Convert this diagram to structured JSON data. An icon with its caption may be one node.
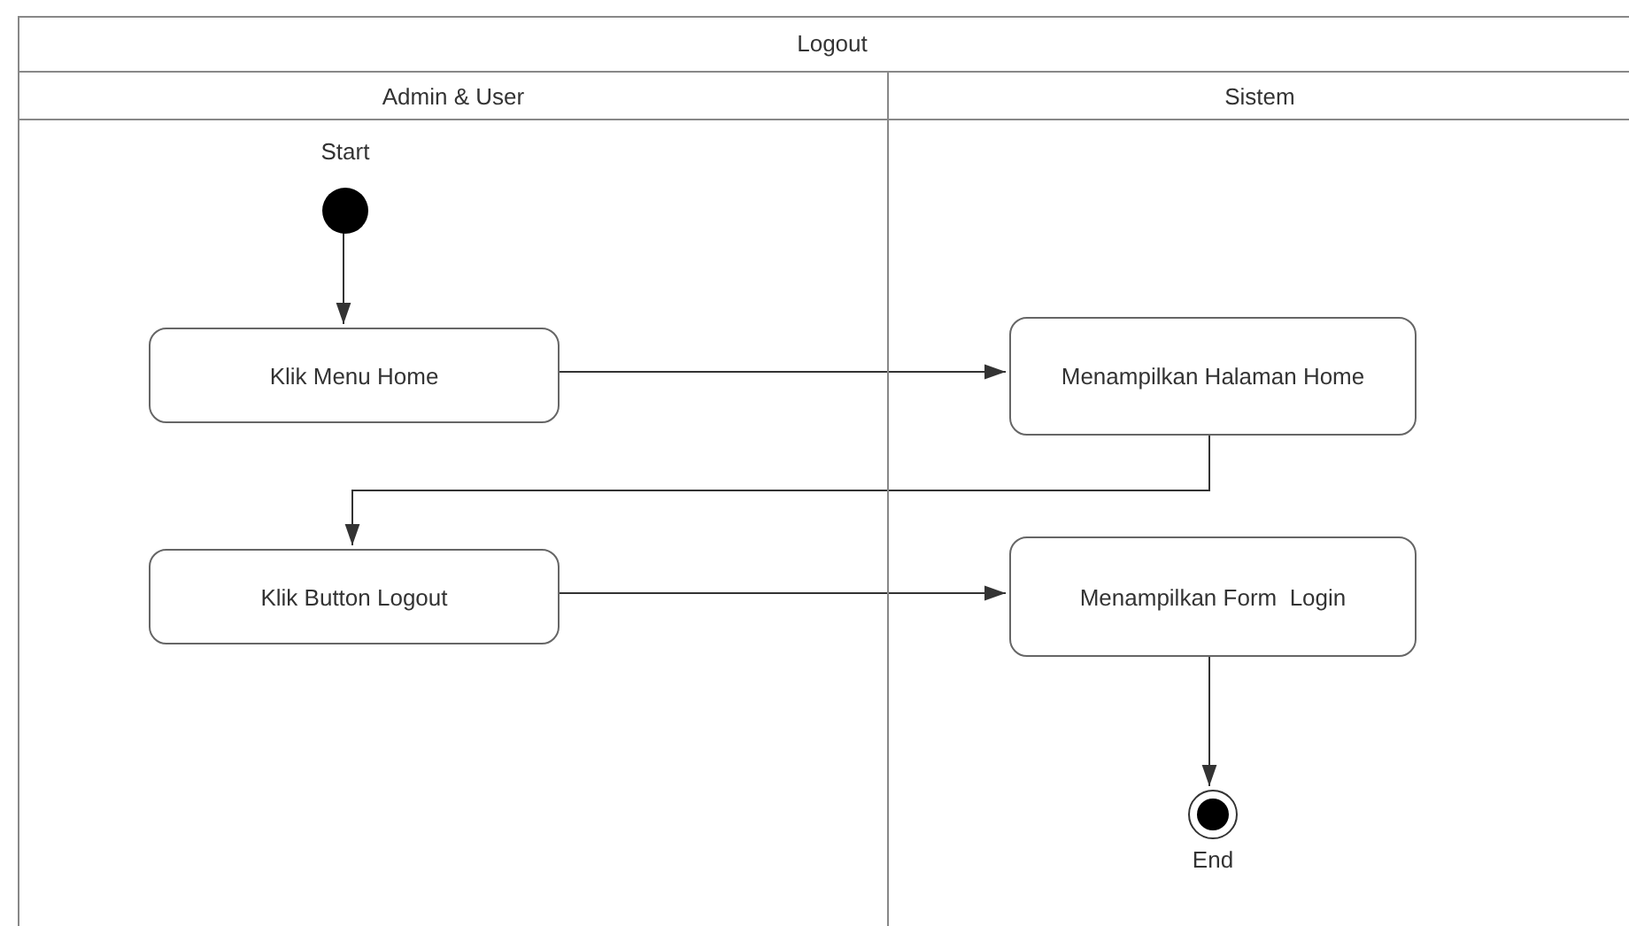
{
  "diagram": {
    "nodes": [
      {
        "text": [
          "Logout"
        ]
      },
      {
        "text": [
          "Admin & User"
        ],
        "in": 0
      },
      {
        "text": [
          "Sistem"
        ],
        "in": 0
      },
      {
        "text": [],
        "shape": "circle",
        "beside": [
          "Start"
        ],
        "in": 1
      },
      {
        "text": [
          "Klik Menu Home"
        ],
        "in": 1
      },
      {
        "text": [
          "Menampilkan Halaman Home"
        ],
        "in": 2
      },
      {
        "text": [
          "Klik Button Logout"
        ],
        "in": 1
      },
      {
        "text": [
          "Menampilkan Form  Login"
        ],
        "in": 2
      },
      {
        "text": [],
        "shape": "bullseye",
        "beside": [
          "End"
        ],
        "in": 2
      }
    ],
    "edges": [
      {
        "from": 3,
        "to": 4,
        "arrow": "to"
      },
      {
        "from": 4,
        "to": 5,
        "arrow": "to"
      },
      {
        "from": 5,
        "to": 6,
        "arrow": "to"
      },
      {
        "from": 6,
        "to": 7,
        "arrow": "to"
      },
      {
        "from": 7,
        "to": 8,
        "arrow": "to"
      }
    ]
  }
}
